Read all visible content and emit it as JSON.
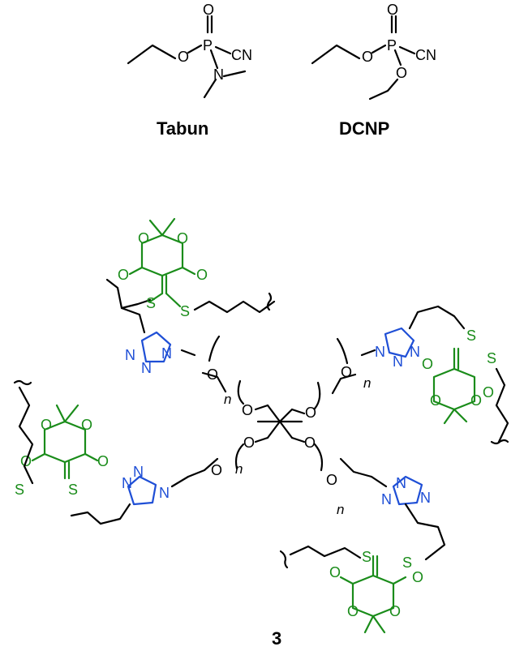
{
  "compounds": {
    "tabun": {
      "label": "Tabun"
    },
    "dcnp": {
      "label": "DCNP"
    },
    "dendrimer": {
      "label": "3"
    }
  },
  "atoms": {
    "O": "O",
    "P": "P",
    "N": "N",
    "S": "S",
    "CN": "CN",
    "n": "n"
  },
  "colors": {
    "bond": "#000000",
    "meldrum": "#1a8c1a",
    "triazole": "#1f4fd6"
  }
}
